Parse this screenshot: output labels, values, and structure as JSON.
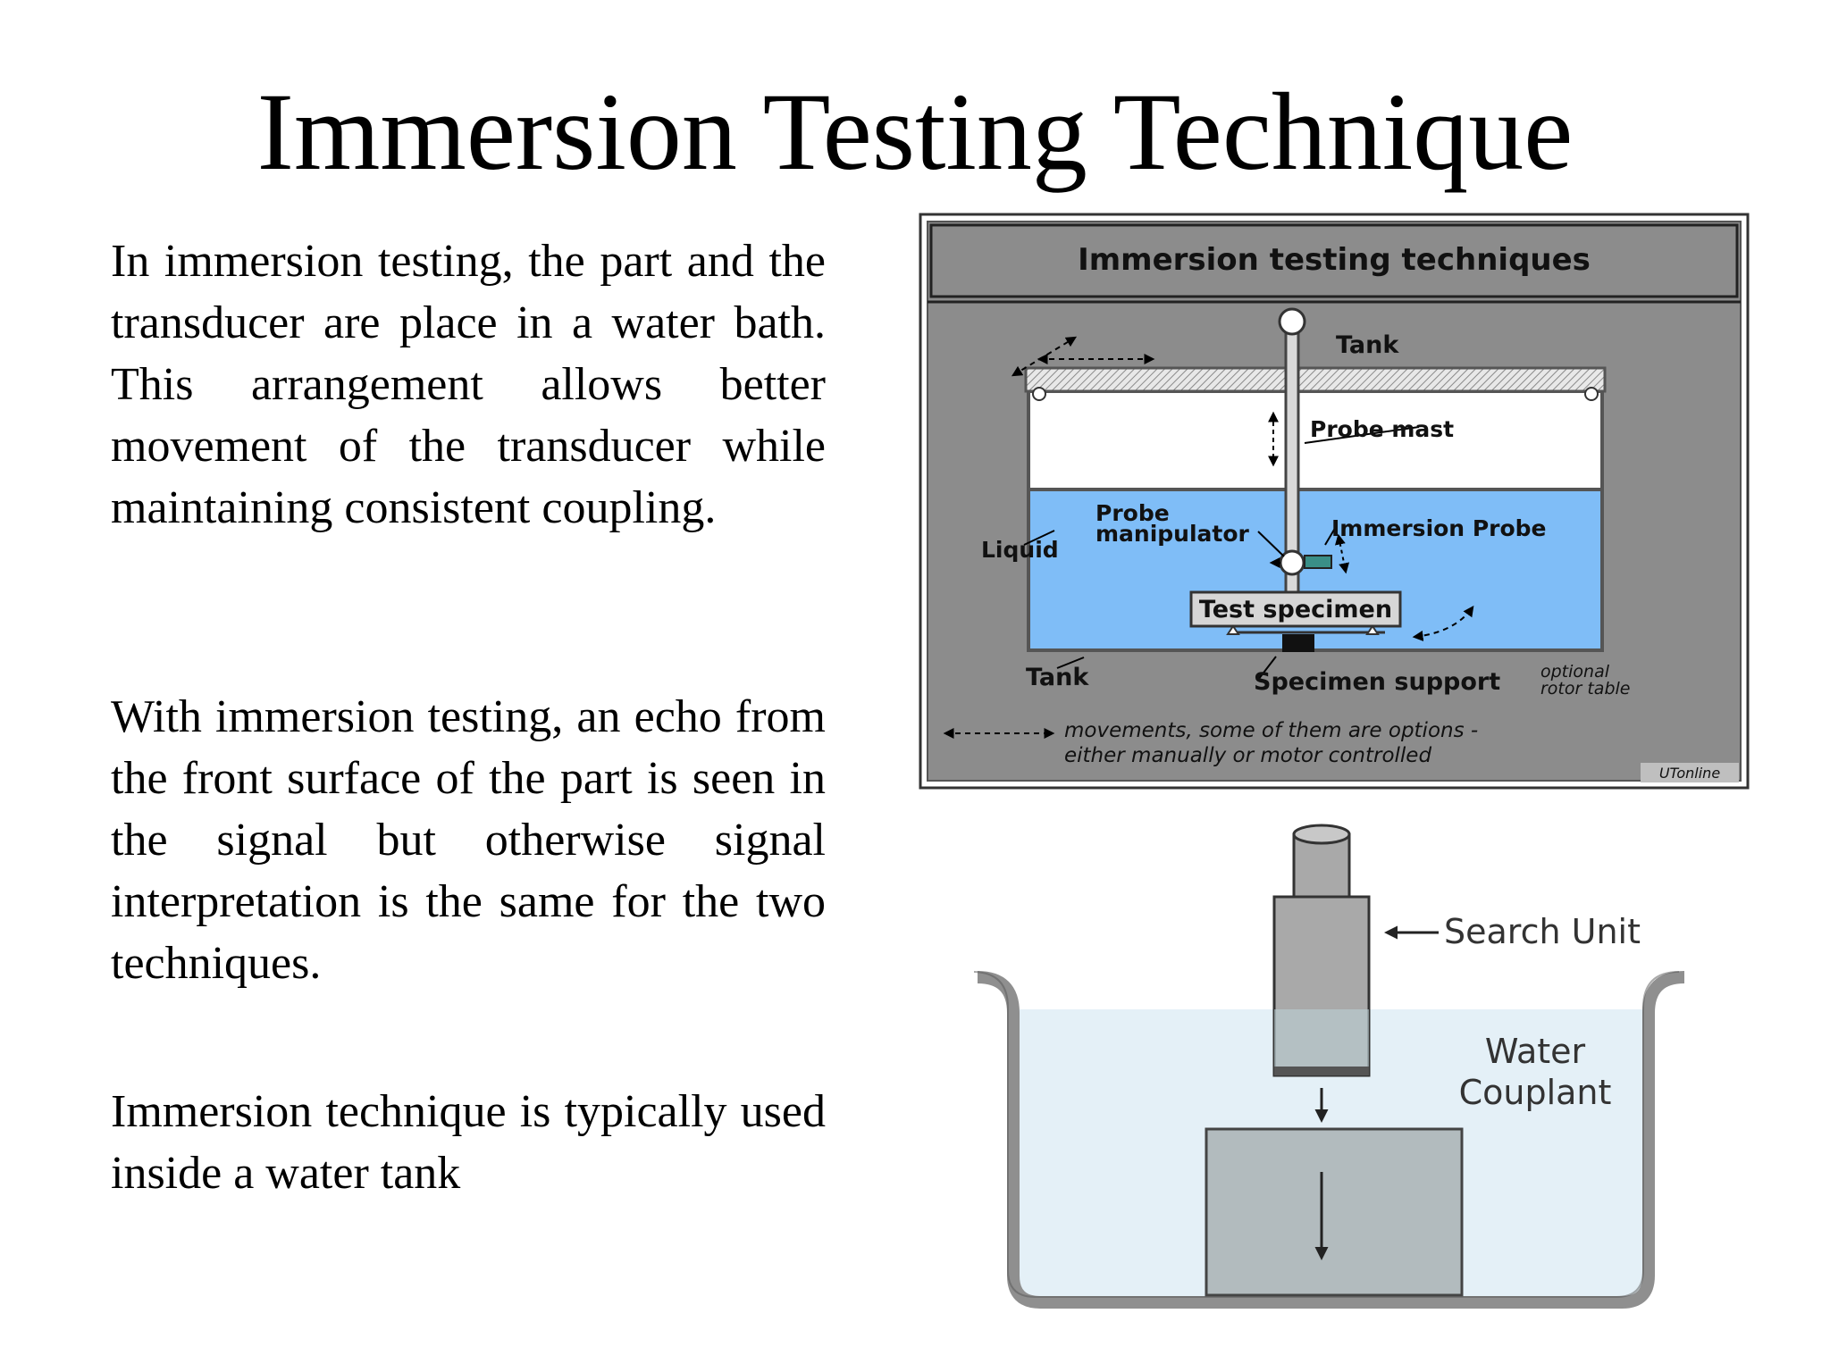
{
  "slide": {
    "title": "Immersion Testing Technique",
    "paragraphs": [
      "In immersion testing, the part and the transducer are place in a water bath. This arrangement allows better movement of the transducer while maintaining consistent coupling.",
      "With immersion testing, an echo from the front surface of the part is seen in the signal but otherwise signal interpretation is the same for the two techniques.",
      "Immersion technique is typically used inside a water tank"
    ]
  },
  "diagram_top": {
    "header": "Immersion testing techniques",
    "labels": {
      "tank_top": "Tank",
      "probe_mast": "Probe mast",
      "probe_manipulator_1": "Probe",
      "probe_manipulator_2": "manipulator",
      "liquid": "Liquid",
      "immersion_probe": "Immersion Probe",
      "test_specimen": "Test specimen",
      "tank_bottom": "Tank",
      "specimen_support": "Specimen support",
      "optional_1": "optional",
      "optional_2": "rotor table",
      "movements_1": "movements, some of them are options -",
      "movements_2": "either manually or motor controlled",
      "credit": "UTonline"
    },
    "colors": {
      "frame": "#8c8c8c",
      "liquid": "#7fbdf7",
      "air": "#ffffff"
    }
  },
  "diagram_bottom": {
    "labels": {
      "search_unit": "Search Unit",
      "water_1": "Water",
      "water_2": "Couplant"
    },
    "colors": {
      "water": "#e4f0f7",
      "tank_wall": "#8f8f8f",
      "unit": "#a9a9a9",
      "block": "#b2bbbe"
    }
  }
}
